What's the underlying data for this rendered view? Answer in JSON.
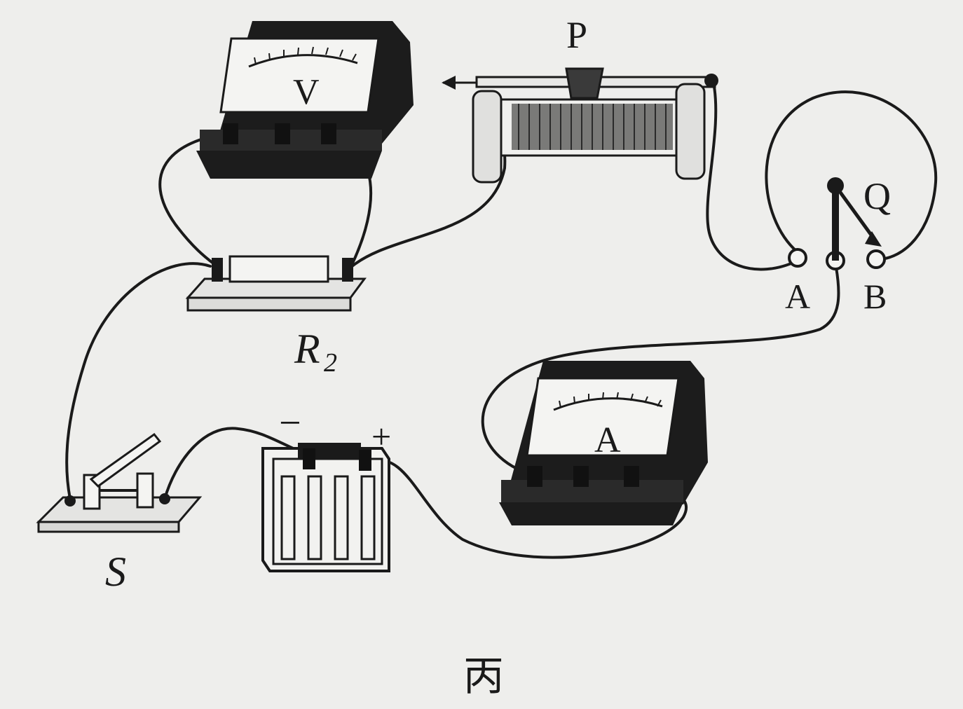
{
  "labels": {
    "voltmeter": "V",
    "ammeter": "A",
    "slider": "P",
    "resistor": "R",
    "resistor_sub": "2",
    "switch": "S",
    "terminal_a": "A",
    "terminal_b": "B",
    "knob": "Q",
    "battery_neg": "−",
    "battery_pos": "+",
    "caption": "丙"
  }
}
